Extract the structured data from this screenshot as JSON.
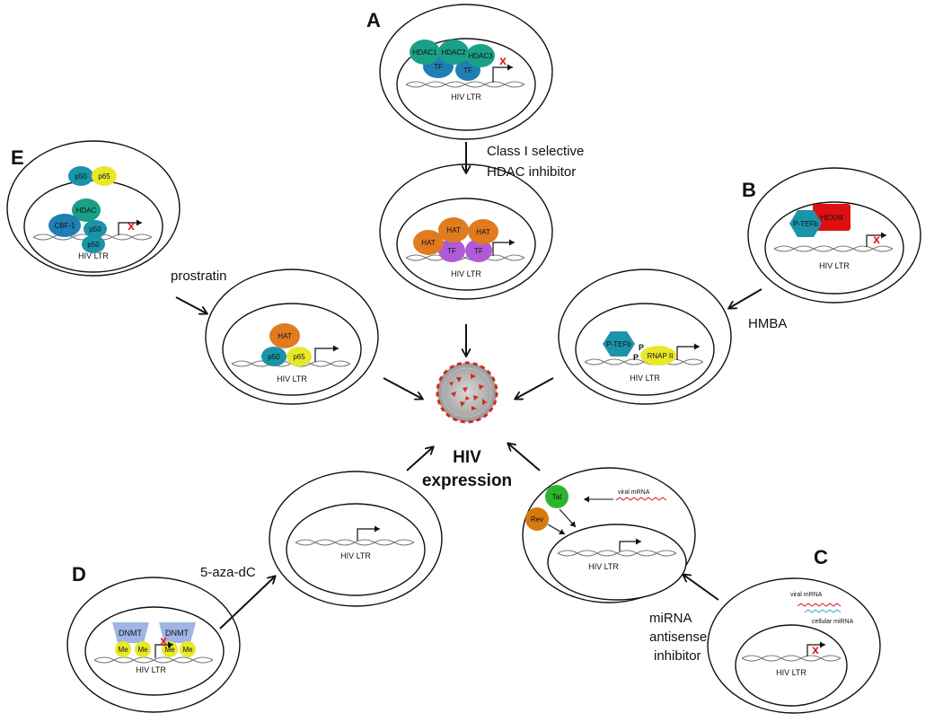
{
  "panels": {
    "A": {
      "letter": "A",
      "proteins": [
        "HDAC1",
        "HDAC2",
        "HDAC3",
        "TF",
        "TF"
      ]
    },
    "B": {
      "letter": "B",
      "proteins": [
        "P-TEFb",
        "HEXIM"
      ]
    },
    "C": {
      "letter": "C",
      "viral_mrna": "viral mRNA",
      "cellular_mirna": "cellular miRNA"
    },
    "D": {
      "letter": "D",
      "proteins": [
        "DNMT",
        "DNMT",
        "Me",
        "Me",
        "Me",
        "Me"
      ]
    },
    "E": {
      "letter": "E",
      "proteins": [
        "p50",
        "p65",
        "HDAC",
        "CBF-1",
        "p50",
        "p50"
      ]
    }
  },
  "active": {
    "hdac": {
      "proteins": [
        "HAT",
        "HAT",
        "HAT",
        "TF",
        "TF"
      ]
    },
    "nfkb": {
      "proteins": [
        "HAT",
        "p50",
        "p65"
      ]
    },
    "ptefb": {
      "proteins": [
        "P-TEFb",
        "RNAP II",
        "P",
        "P"
      ]
    },
    "mirna": {
      "proteins": [
        "Tat",
        "Rev"
      ],
      "viral_mrna": "viral mRNA"
    }
  },
  "ltr_label": "HIV LTR",
  "treatments": {
    "hdac_inhibitor_line1": "Class I selective",
    "hdac_inhibitor_line2": "HDAC inhibitor",
    "prostratin": "prostratin",
    "hmba": "HMBA",
    "aza": "5-aza-dC",
    "mirna_line1": "miRNA",
    "mirna_line2": "antisense",
    "mirna_line3": "inhibitor"
  },
  "center": {
    "title_line1": "HIV",
    "title_line2": "expression"
  },
  "colors": {
    "hdac_green": "#1aa087",
    "tf_blue": "#1f7fb5",
    "hat_orange": "#e07b20",
    "tf_purple": "#b05ad8",
    "p50_teal": "#1b93a8",
    "p65_yellow": "#e8e82a",
    "hexim_red": "#e01010",
    "tat_green": "#2cb52c",
    "rev_orange": "#d57a10",
    "dnmt_blue": "#8fa8e0",
    "block_red": "#e0141c",
    "virion_red": "#d12a1a"
  }
}
